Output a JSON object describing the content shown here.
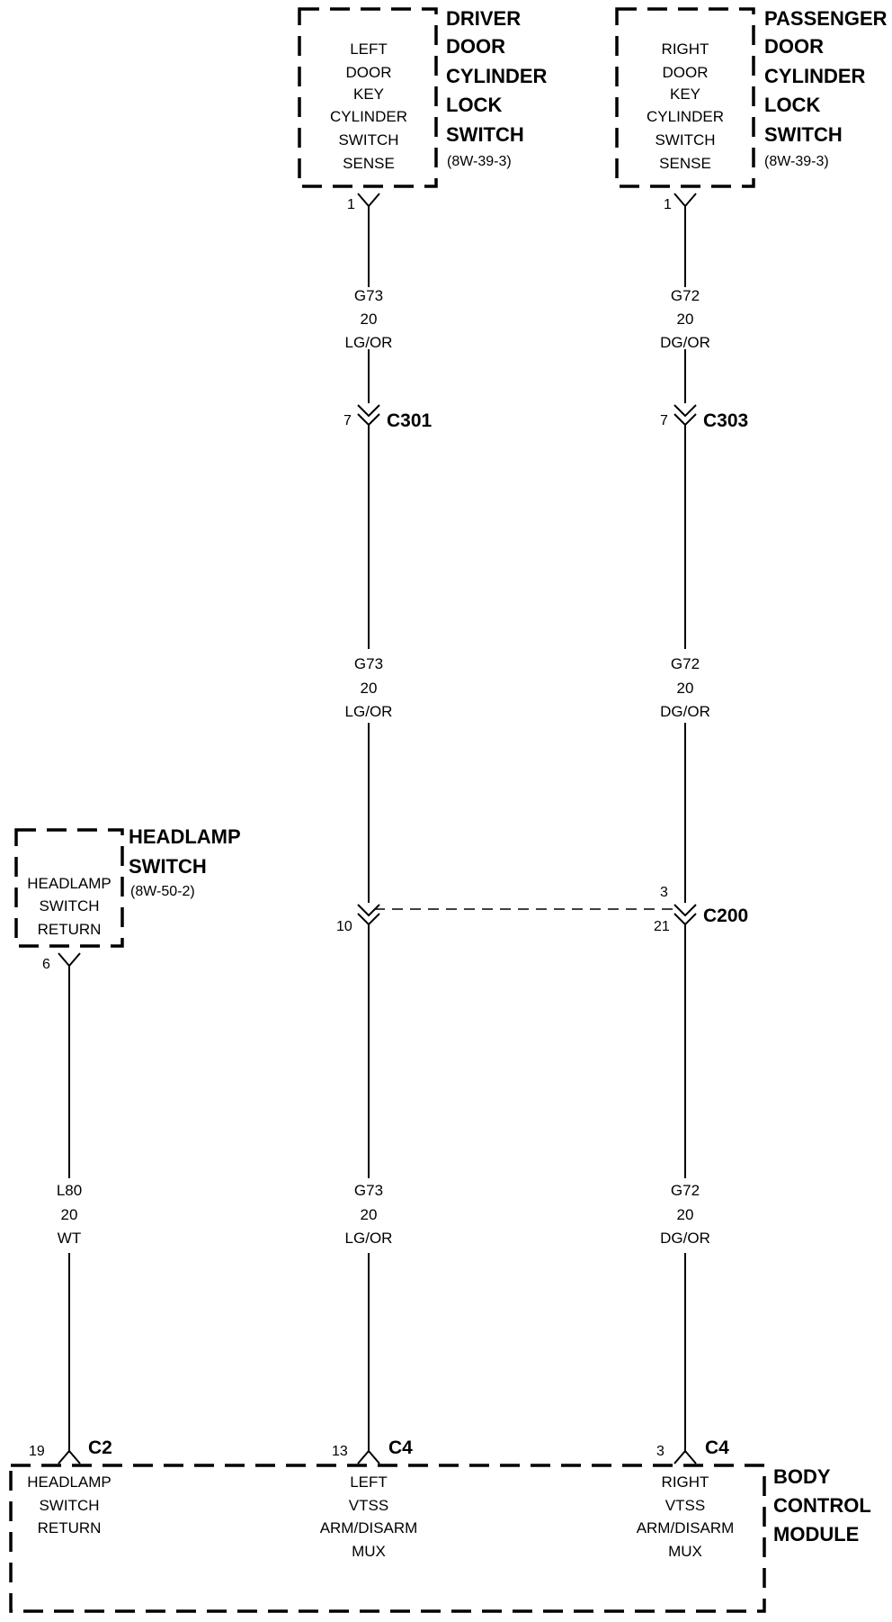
{
  "components": {
    "driver_switch": {
      "title": [
        "DRIVER",
        "DOOR",
        "CYLINDER",
        "LOCK",
        "SWITCH"
      ],
      "ref": "(8W-39-3)",
      "pin_label": [
        "LEFT",
        "DOOR",
        "KEY",
        "CYLINDER",
        "SWITCH",
        "SENSE"
      ],
      "pin": "1"
    },
    "passenger_switch": {
      "title": [
        "PASSENGER",
        "DOOR",
        "CYLINDER",
        "LOCK",
        "SWITCH"
      ],
      "ref": "(8W-39-3)",
      "pin_label": [
        "RIGHT",
        "DOOR",
        "KEY",
        "CYLINDER",
        "SWITCH",
        "SENSE"
      ],
      "pin": "1"
    },
    "headlamp_switch": {
      "title": [
        "HEADLAMP",
        "SWITCH"
      ],
      "ref": "(8W-50-2)",
      "pin_label": [
        "HEADLAMP",
        "SWITCH",
        "RETURN"
      ],
      "pin": "6"
    },
    "bcm": {
      "title": [
        "BODY",
        "CONTROL",
        "MODULE"
      ],
      "pins": [
        {
          "pin": "19",
          "connector": "C2",
          "label": [
            "HEADLAMP",
            "SWITCH",
            "RETURN"
          ]
        },
        {
          "pin": "13",
          "connector": "C4",
          "label": [
            "LEFT",
            "VTSS",
            "ARM/DISARM",
            "MUX"
          ]
        },
        {
          "pin": "3",
          "connector": "C4",
          "label": [
            "RIGHT",
            "VTSS",
            "ARM/DISARM",
            "MUX"
          ]
        }
      ]
    }
  },
  "wires": {
    "g73": {
      "circuit": "G73",
      "gauge": "20",
      "color": "LG/OR"
    },
    "g72": {
      "circuit": "G72",
      "gauge": "20",
      "color": "DG/OR"
    },
    "l80": {
      "circuit": "L80",
      "gauge": "20",
      "color": "WT"
    }
  },
  "connectors": {
    "c301": {
      "name": "C301",
      "pin": "7"
    },
    "c303": {
      "name": "C303",
      "pin": "7"
    },
    "c200": {
      "name": "C200",
      "left_pin": "10",
      "right_pin_top": "3",
      "right_pin": "21"
    }
  }
}
